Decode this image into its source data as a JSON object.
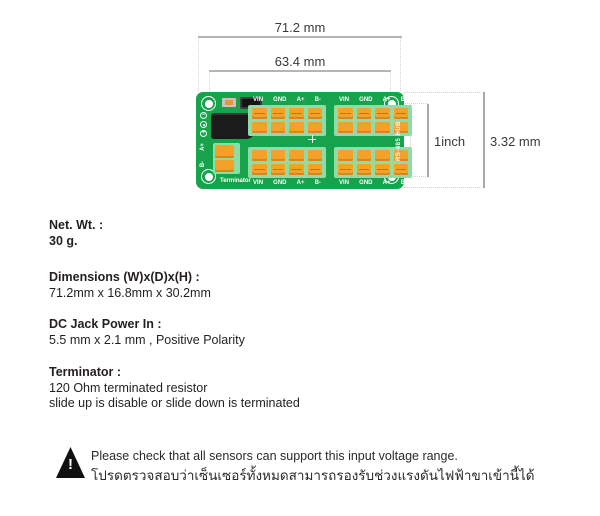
{
  "annotations": {
    "outer_width": "71.2 mm",
    "inner_width": "63.4 mm",
    "hole_spacing_height": "1inch",
    "outer_height": "3.32 mm"
  },
  "board": {
    "hub_label": "RS-485 HUB",
    "terminator_label": "Terminator",
    "terminator_arrow": "↑",
    "side_labels": [
      "A+",
      "B-"
    ],
    "polarity_symbols": {
      "negative": "−",
      "positive": "+"
    },
    "terminal_groups": {
      "top_left": [
        "VIN",
        "GND",
        "A+",
        "B-"
      ],
      "top_right": [
        "VIN",
        "GND",
        "A+",
        "B-"
      ],
      "bottom_left": [
        "VIN",
        "GND",
        "A+",
        "B-"
      ],
      "bottom_right": [
        "VIN",
        "GND",
        "A+",
        "B-"
      ]
    },
    "colors": {
      "pcb_green": "#17a24c",
      "block_green": "#8fdca6",
      "terminal_orange": "#f4a127"
    }
  },
  "specs": [
    {
      "heading": "Net. Wt. :",
      "lines": [
        "30 g."
      ]
    },
    {
      "heading": "Dimensions (W)x(D)x(H) :",
      "lines": [
        "71.2mm x 16.8mm x 30.2mm"
      ]
    },
    {
      "heading": "DC Jack Power In :",
      "lines": [
        "5.5 mm x 2.1 mm , Positive Polarity"
      ]
    },
    {
      "heading": "Terminator :",
      "lines": [
        "120 Ohm terminated resistor",
        "slide up is disable or slide down is terminated"
      ]
    }
  ],
  "warning": {
    "icon": "!",
    "text_en": "Please check that all sensors can support this input voltage range.",
    "text_th": "โปรดตรวจสอบว่าเซ็นเซอร์ทั้งหมดสามารถรองรับช่วงแรงดันไฟฟ้าขาเข้านี้ได้"
  }
}
